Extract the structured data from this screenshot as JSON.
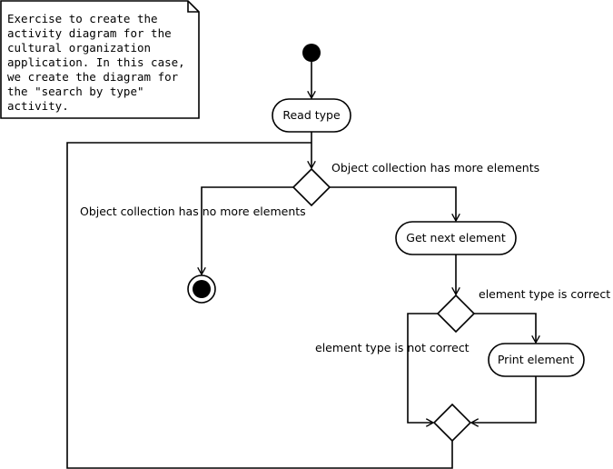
{
  "note": {
    "lines": [
      "Exercise to create the",
      "activity diagram for the",
      "cultural organization",
      "application. In this case,",
      "we create the diagram for",
      "the \"search by type\"",
      "activity."
    ]
  },
  "nodes": {
    "read_type": "Read type",
    "get_next_element": "Get next element",
    "print_element": "Print element"
  },
  "guards": {
    "has_more": "Object collection has more elements",
    "no_more": "Object collection has no more elements",
    "type_correct": "element type is correct",
    "type_not_correct": "element type is not correct"
  }
}
